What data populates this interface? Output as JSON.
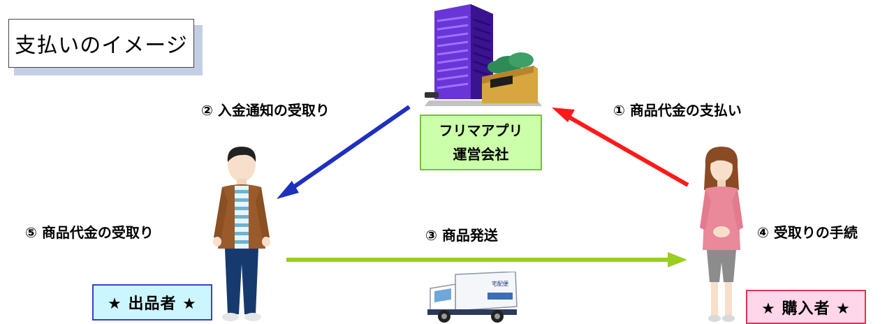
{
  "title": "支払いのイメージ",
  "company": {
    "line1": "フリマアプリ",
    "line2": "運営会社"
  },
  "steps": {
    "step1": "① 商品代金の支払い",
    "step2": "② 入金通知の受取り",
    "step3": "③ 商品発送",
    "step4": "④ 受取りの手続",
    "step5": "⑤ 商品代金の受取り"
  },
  "seller_badge": "★ 出品者 ★",
  "buyer_badge": "★ 購入者 ★",
  "truck_label": "宅配便",
  "colors": {
    "arrow_payment": "#ff1a1a",
    "arrow_notice": "#1f2fbf",
    "arrow_shipping": "#9acd1f",
    "company_fill": "#ccffaa",
    "seller_fill": "#ccf6ff",
    "buyer_fill": "#ffd6ea"
  },
  "icons": [
    "building-icon",
    "seller-person-icon",
    "buyer-person-icon",
    "delivery-truck-icon"
  ]
}
